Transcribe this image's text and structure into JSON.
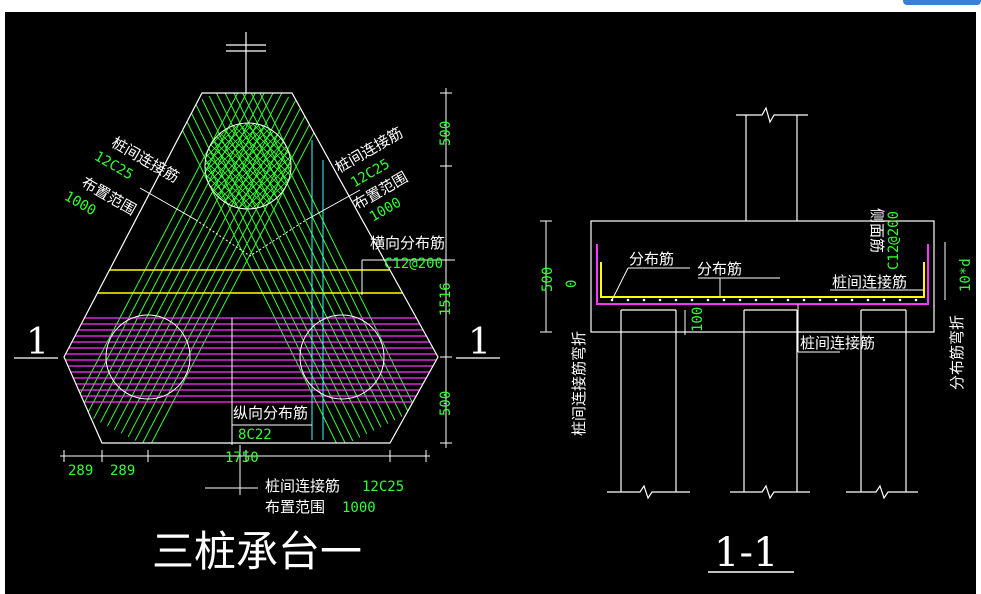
{
  "plan": {
    "section_mark_left": "1",
    "section_mark_right": "1",
    "tie_left_label": "桩间连接筋",
    "tie_left_value": "12C25",
    "tie_left_range_label": "布置范围",
    "tie_left_range_value": "1000",
    "tie_right_label": "桩间连接筋",
    "tie_right_value": "12C25",
    "tie_right_range_label": "布置范围",
    "tie_right_range_value": "1000",
    "transverse_label": "横向分布筋",
    "transverse_value": "C12@200",
    "longitudinal_label": "纵向分布筋",
    "longitudinal_value": "8C22",
    "dim_top": "500",
    "dim_mid": "1516",
    "dim_bottom": "500",
    "dim_289a": "289",
    "dim_289b": "289",
    "dim_1750": "1750",
    "tie_bottom_label": "桩间连接筋",
    "tie_bottom_value": "12C25",
    "tie_bottom_range_label": "布置范围",
    "tie_bottom_range_value": "1000",
    "title": "三桩承台一"
  },
  "section": {
    "dist_bar_1": "分布筋",
    "dist_bar_2": "分布筋",
    "side_bar_label": "侧面筋",
    "side_bar_value": "C12@200",
    "tie_bar": "桩间连接筋",
    "tie_bar_bottom": "桩间连接筋",
    "tie_bend": "桩间连接筋弯折",
    "dist_bend": "分布筋弯折",
    "dim_500": "500",
    "dim_0": "0",
    "dim_100": "100",
    "dim_10d": "10*d",
    "title": "1-1"
  },
  "colors": {
    "background": "#000000",
    "outline": "#ffffff",
    "rebar_green": "#33ff33",
    "rebar_yellow": "#ffff00",
    "rebar_magenta": "#ff33ff",
    "axis_cyan": "#33ffff",
    "accent_blue": "#3a7fd5"
  }
}
